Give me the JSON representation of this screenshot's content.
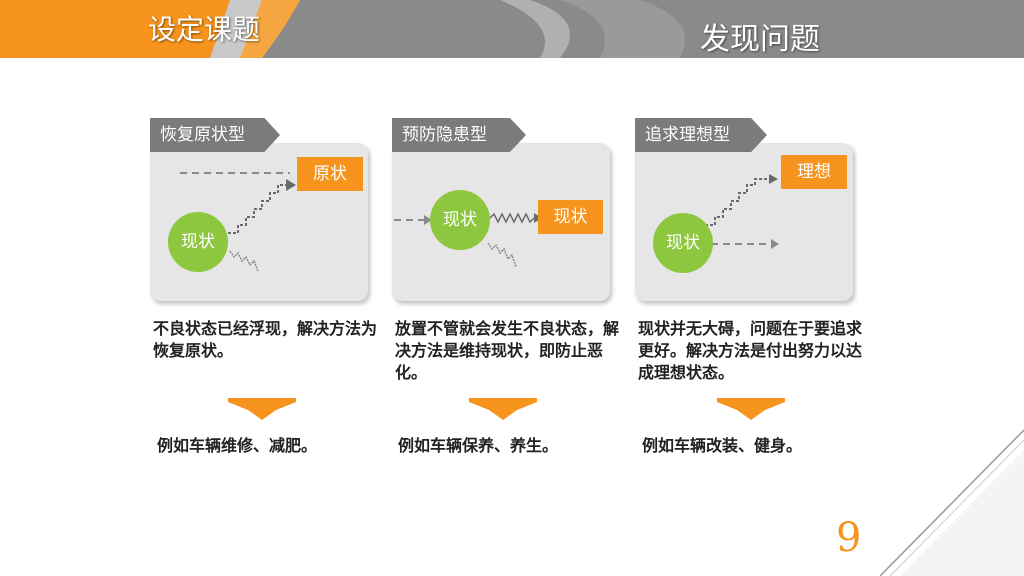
{
  "header": {
    "left_title": "设定课题",
    "right_title": "发现问题",
    "colors": {
      "orange": "#f7941d",
      "gray": "#8a8a8a"
    }
  },
  "columns": [
    {
      "tag": "恢复原状型",
      "circle_label": "现状",
      "box_label": "原状",
      "description": "不良状态已经浮现，解决方法为恢复原状。",
      "example": "例如车辆维修、减肥。"
    },
    {
      "tag": "预防隐患型",
      "circle_label": "现状",
      "box_label": "现状",
      "description": "放置不管就会发生不良状态，解决方法是维持现状，即防止恶化。",
      "example": "例如车辆保养、养生。"
    },
    {
      "tag": "追求理想型",
      "circle_label": "现状",
      "box_label": "理想",
      "description": "现状并无大碍，问题在于要追求更好。解决方法是付出努力以达成理想状态。",
      "example": "例如车辆改装、健身。"
    }
  ],
  "page_number": "9",
  "colors": {
    "green": "#8dc63f",
    "orange": "#f7941d",
    "tag_gray": "#7b7b7b",
    "card_bg": "#e6e6e6"
  }
}
